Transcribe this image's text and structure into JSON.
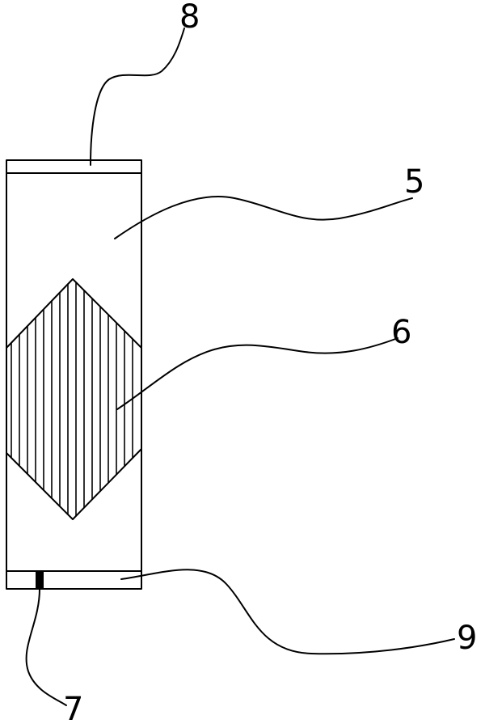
{
  "labels": {
    "l5": "5",
    "l6": "6",
    "l7": "7",
    "l8": "8",
    "l9": "9"
  }
}
